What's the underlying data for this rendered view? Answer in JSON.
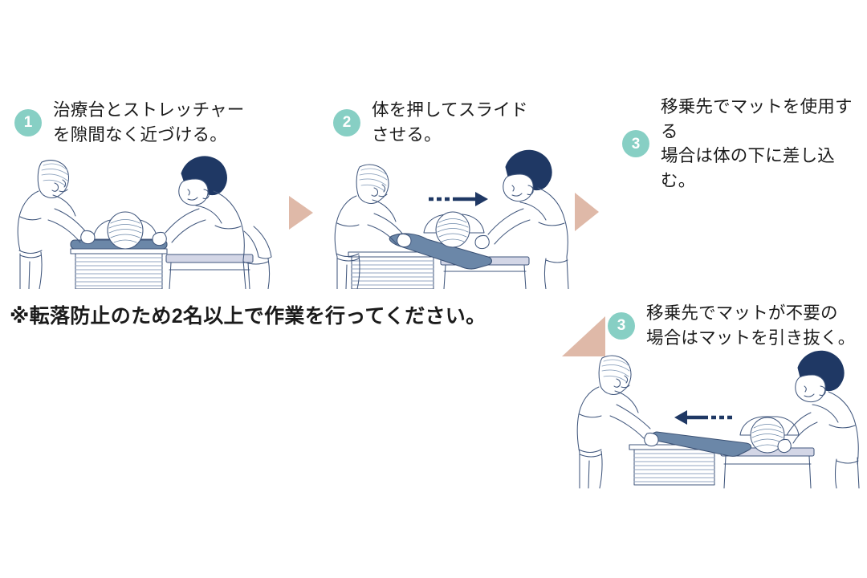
{
  "page": {
    "background_color": "#ffffff",
    "title": "患者移乗手順"
  },
  "theme": {
    "badge_color": "#87cfc4",
    "badge_text_color": "#ffffff",
    "text_color": "#1b1b1b",
    "arrow_triangle_color": "#dfb9a8",
    "motion_arrow_color": "#1f3864",
    "line_color": "#41577d",
    "mattress_color": "#6b87a8",
    "stretcher_color": "#d3d6e6",
    "skin_color": "#ffffff",
    "dark_hair_color": "#1f3864"
  },
  "steps": [
    {
      "number": "1",
      "text": "治療台とストレッチャー\nを隙間なく近づける。",
      "illustration": "two-caregivers-beside-treatment-table-and-stretcher"
    },
    {
      "number": "2",
      "text": "体を押してスライド\nさせる。",
      "illustration": "patient-slid-across-on-transfer-mat",
      "motion_arrow": {
        "direction": "right",
        "style": "dashed-tail-solid-head",
        "color": "#1f3864"
      }
    },
    {
      "number": "3",
      "text": "移乗先でマットを使用する\n場合は体の下に差し込む。",
      "illustration": "none"
    },
    {
      "number": "3",
      "text": "移乗先でマットが不要の\n場合はマットを引き抜く。",
      "illustration": "mat-pulled-out-from-under-patient",
      "motion_arrow": {
        "direction": "left",
        "style": "dashed-tail-solid-head",
        "color": "#1f3864"
      }
    }
  ],
  "warning": {
    "text": "※転落防止のため2名以上で作業を行ってください。"
  },
  "connectors": [
    {
      "name": "arrow-step1-to-step2",
      "shape": "right-triangle",
      "direction": "right"
    },
    {
      "name": "arrow-step2-to-step3",
      "shape": "right-triangle",
      "direction": "right"
    },
    {
      "name": "arrow-step3-to-step3b",
      "shape": "corner-triangle",
      "direction": "down-right"
    }
  ],
  "icons": {
    "badge_1": "number-1-circle-icon",
    "badge_2": "number-2-circle-icon",
    "badge_3": "number-3-circle-icon",
    "badge_3b": "number-3-circle-icon",
    "triangle": "triangle-right-icon",
    "motion_right": "arrow-right-icon",
    "motion_left": "arrow-left-icon"
  }
}
